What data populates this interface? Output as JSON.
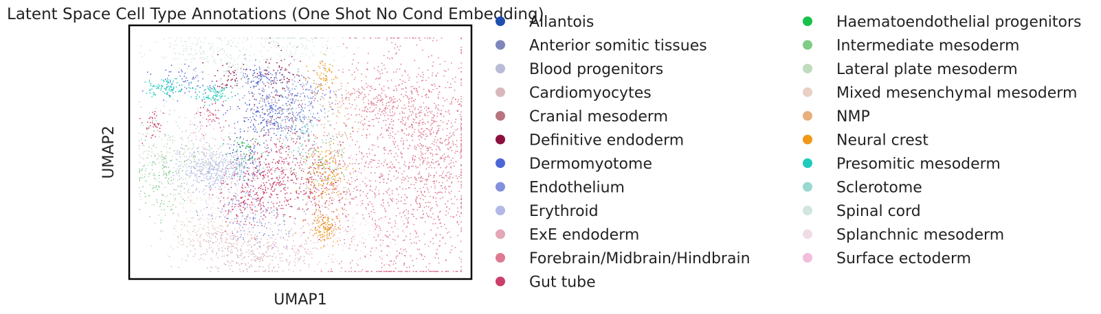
{
  "chart_data": {
    "type": "scatter",
    "title": "Latent Space Cell Type Annotations (One Shot No Cond Embedding)",
    "xlabel": "UMAP1",
    "ylabel": "UMAP2",
    "grid": false,
    "legend_position": "right, two columns",
    "series": [
      {
        "name": "Allantois",
        "color": "#1f4fb0",
        "clusters": [
          [
            0.345,
            0.51,
            0.025,
            0.05,
            50
          ]
        ]
      },
      {
        "name": "Anterior somitic tissues",
        "color": "#7f86bd",
        "clusters": [
          [
            0.4,
            0.3,
            0.06,
            0.08,
            160
          ]
        ]
      },
      {
        "name": "Blood progenitors",
        "color": "#b8bcd8",
        "clusters": [
          [
            0.25,
            0.56,
            0.07,
            0.05,
            220
          ]
        ]
      },
      {
        "name": "Cardiomyocytes",
        "color": "#d9b8bd",
        "clusters": [
          [
            0.38,
            0.9,
            0.09,
            0.05,
            300
          ],
          [
            0.25,
            0.85,
            0.05,
            0.04,
            90
          ]
        ]
      },
      {
        "name": "Cranial mesoderm",
        "color": "#b87280",
        "clusters": [
          [
            0.45,
            0.4,
            0.08,
            0.12,
            160
          ]
        ]
      },
      {
        "name": "Definitive endoderm",
        "color": "#8c0f3d",
        "clusters": [
          [
            0.43,
            0.2,
            0.04,
            0.05,
            60
          ],
          [
            0.3,
            0.2,
            0.03,
            0.03,
            40
          ]
        ]
      },
      {
        "name": "Dermomyotome",
        "color": "#4c66d6",
        "clusters": [
          [
            0.43,
            0.35,
            0.06,
            0.06,
            220
          ],
          [
            0.38,
            0.2,
            0.03,
            0.03,
            60
          ],
          [
            0.16,
            0.22,
            0.04,
            0.03,
            60
          ]
        ]
      },
      {
        "name": "Endothelium",
        "color": "#8490dd",
        "clusters": [
          [
            0.34,
            0.75,
            0.06,
            0.06,
            140
          ],
          [
            0.5,
            0.28,
            0.05,
            0.06,
            120
          ]
        ]
      },
      {
        "name": "Erythroid",
        "color": "#b3b8e6",
        "clusters": [
          [
            0.27,
            0.57,
            0.07,
            0.04,
            300
          ]
        ]
      },
      {
        "name": "ExE endoderm",
        "color": "#e2a8b7",
        "clusters": [
          [
            0.58,
            0.7,
            0.06,
            0.08,
            100
          ]
        ]
      },
      {
        "name": "Forebrain/Midbrain/Hindbrain",
        "color": "#de7a93",
        "clusters": [
          [
            0.81,
            0.57,
            0.11,
            0.28,
            1300
          ],
          [
            0.74,
            0.3,
            0.05,
            0.07,
            200
          ],
          [
            0.9,
            0.45,
            0.04,
            0.12,
            200
          ]
        ]
      },
      {
        "name": "Gut tube",
        "color": "#cc3d6a",
        "clusters": [
          [
            0.43,
            0.6,
            0.05,
            0.08,
            280
          ],
          [
            0.33,
            0.68,
            0.05,
            0.05,
            150
          ],
          [
            0.56,
            0.62,
            0.05,
            0.1,
            150
          ],
          [
            0.07,
            0.4,
            0.015,
            0.03,
            40
          ],
          [
            0.24,
            0.35,
            0.02,
            0.03,
            40
          ]
        ]
      },
      {
        "name": "Haematoendothelial progenitors",
        "color": "#17c04a",
        "clusters": [
          [
            0.34,
            0.5,
            0.03,
            0.04,
            40
          ]
        ]
      },
      {
        "name": "Intermediate mesoderm",
        "color": "#80cc86",
        "clusters": [
          [
            0.1,
            0.6,
            0.04,
            0.08,
            110
          ],
          [
            0.56,
            0.55,
            0.04,
            0.05,
            70
          ]
        ]
      },
      {
        "name": "Lateral plate mesoderm",
        "color": "#bfdcbf",
        "clusters": [
          [
            0.09,
            0.5,
            0.05,
            0.1,
            160
          ],
          [
            0.2,
            0.52,
            0.04,
            0.05,
            70
          ]
        ]
      },
      {
        "name": "Mixed mesenchymal mesoderm",
        "color": "#e8d0c4",
        "clusters": [
          [
            0.2,
            0.78,
            0.06,
            0.06,
            120
          ]
        ]
      },
      {
        "name": "NMP",
        "color": "#e8ae7c",
        "clusters": [
          [
            0.62,
            0.35,
            0.03,
            0.08,
            70
          ]
        ]
      },
      {
        "name": "Neural crest",
        "color": "#ee9918",
        "clusters": [
          [
            0.58,
            0.58,
            0.03,
            0.06,
            150
          ],
          [
            0.57,
            0.8,
            0.02,
            0.03,
            120
          ],
          [
            0.57,
            0.2,
            0.02,
            0.03,
            60
          ]
        ]
      },
      {
        "name": "Presomitic mesoderm",
        "color": "#1ecbbc",
        "clusters": [
          [
            0.1,
            0.25,
            0.03,
            0.02,
            90
          ],
          [
            0.24,
            0.27,
            0.03,
            0.02,
            80
          ]
        ]
      },
      {
        "name": "Sclerotome",
        "color": "#99d8cf",
        "clusters": [
          [
            0.52,
            0.42,
            0.04,
            0.07,
            120
          ]
        ]
      },
      {
        "name": "Spinal cord",
        "color": "#d0e6df",
        "clusters": [
          [
            0.2,
            0.1,
            0.07,
            0.04,
            140
          ],
          [
            0.48,
            0.07,
            0.08,
            0.04,
            140
          ],
          [
            0.3,
            0.15,
            0.04,
            0.05,
            70
          ]
        ]
      },
      {
        "name": "Splanchnic mesoderm",
        "color": "#f0dce6",
        "clusters": [
          [
            0.26,
            0.72,
            0.07,
            0.08,
            200
          ],
          [
            0.7,
            0.84,
            0.07,
            0.06,
            120
          ]
        ]
      },
      {
        "name": "Surface ectoderm",
        "color": "#f1bedb",
        "clusters": [
          [
            0.62,
            0.62,
            0.04,
            0.08,
            80
          ],
          [
            0.22,
            0.42,
            0.04,
            0.05,
            60
          ],
          [
            0.5,
            0.88,
            0.05,
            0.04,
            60
          ]
        ]
      }
    ]
  }
}
